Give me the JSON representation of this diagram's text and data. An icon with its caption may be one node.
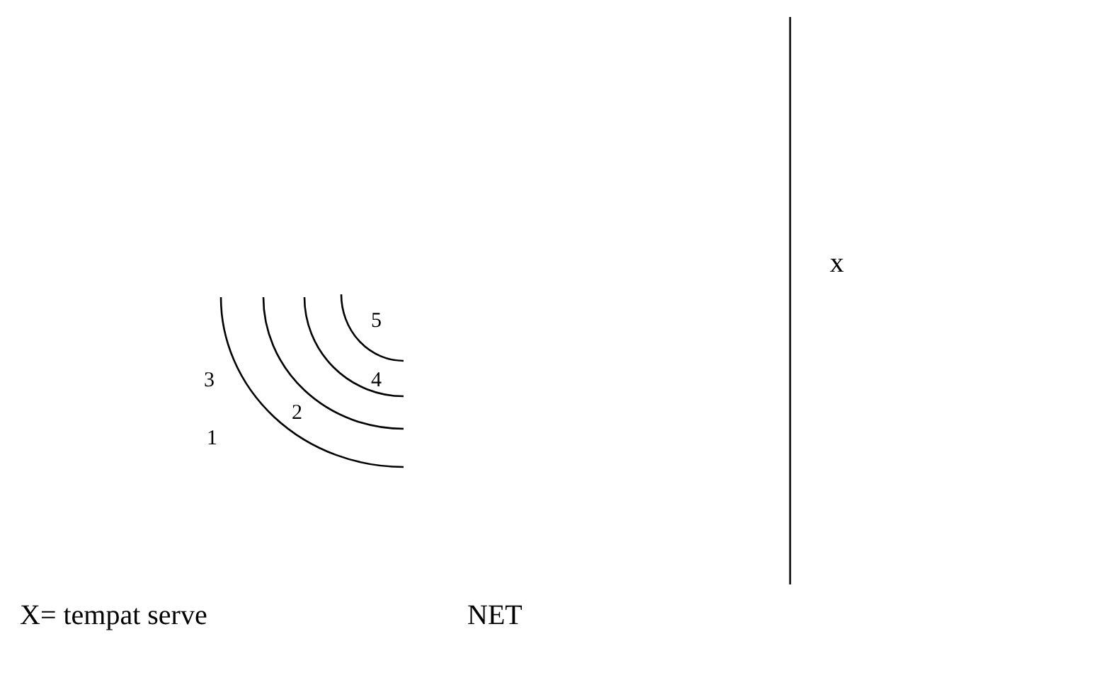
{
  "diagram": {
    "labels": [
      "x",
      "5",
      "3",
      "4",
      "1",
      "2",
      "X= tempat serve",
      "NET"
    ]
  }
}
